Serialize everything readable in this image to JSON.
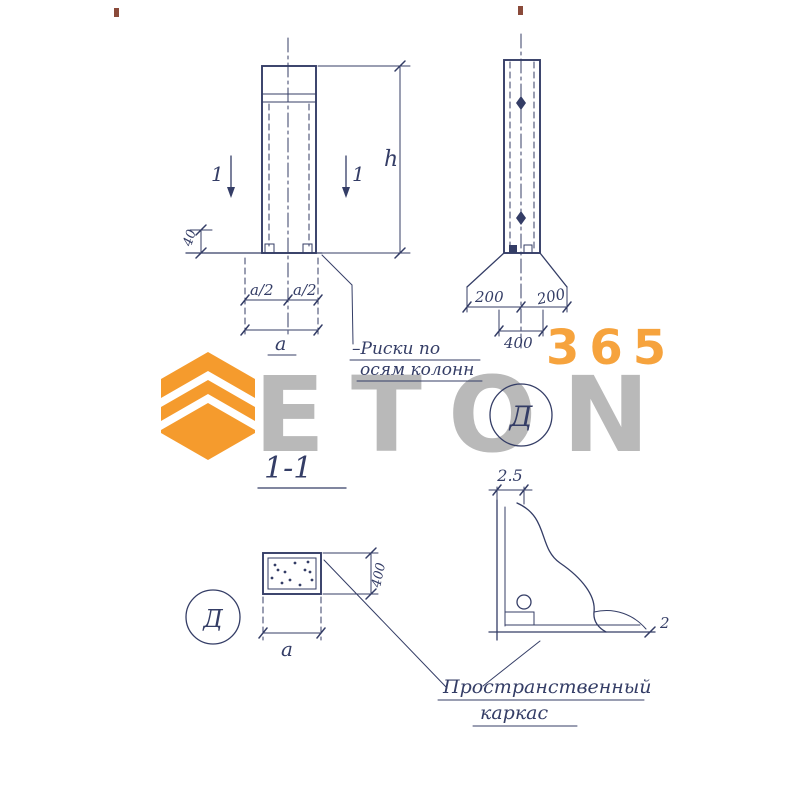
{
  "colors": {
    "ink": "#343d66",
    "orange": "#F59B2D",
    "gray": "#A8A8A8",
    "paper": "#FFFFFF"
  },
  "watermark": {
    "brand": "ETON",
    "number": "365"
  },
  "front_view": {
    "marker_left": "1",
    "marker_right": "1",
    "dim_h": "h",
    "dim_40": "40",
    "dim_half_a_left": "a/2",
    "dim_half_a_right": "a/2",
    "dim_a": "a",
    "note_line1": "–Риски по",
    "note_line2": "осям колонн"
  },
  "side_view": {
    "dim_200_left": "200",
    "dim_200_right": "200",
    "dim_400": "400",
    "detail_mark": "Д"
  },
  "section_view": {
    "title": "1-1",
    "dim_400": "400",
    "dim_a": "a",
    "detail_mark": "Д"
  },
  "detail_view": {
    "dim_top": "2.5",
    "dim_right": "2",
    "note_line1": "Пространственный",
    "note_line2": "каркас"
  }
}
